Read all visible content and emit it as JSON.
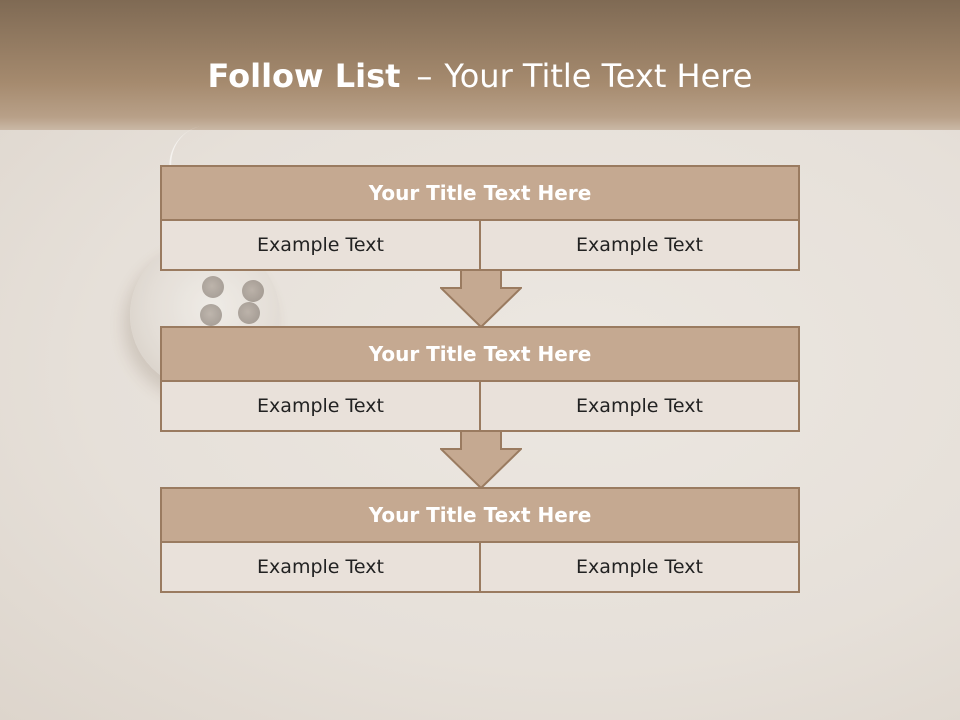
{
  "slide": {
    "title_bold": "Follow List",
    "title_dash": "–",
    "title_rest": "Your Title Text Here",
    "blocks": [
      {
        "title": "Your Title Text Here",
        "left": "Example Text",
        "right": "Example Text"
      },
      {
        "title": "Your Title Text Here",
        "left": "Example Text",
        "right": "Example Text"
      },
      {
        "title": "Your Title Text Here",
        "left": "Example Text",
        "right": "Example Text"
      }
    ]
  },
  "colors": {
    "header_top": "#7f6a54",
    "title_box": "#c5a991",
    "border": "#9a7b60",
    "cell_fill": "#e9e1da"
  }
}
